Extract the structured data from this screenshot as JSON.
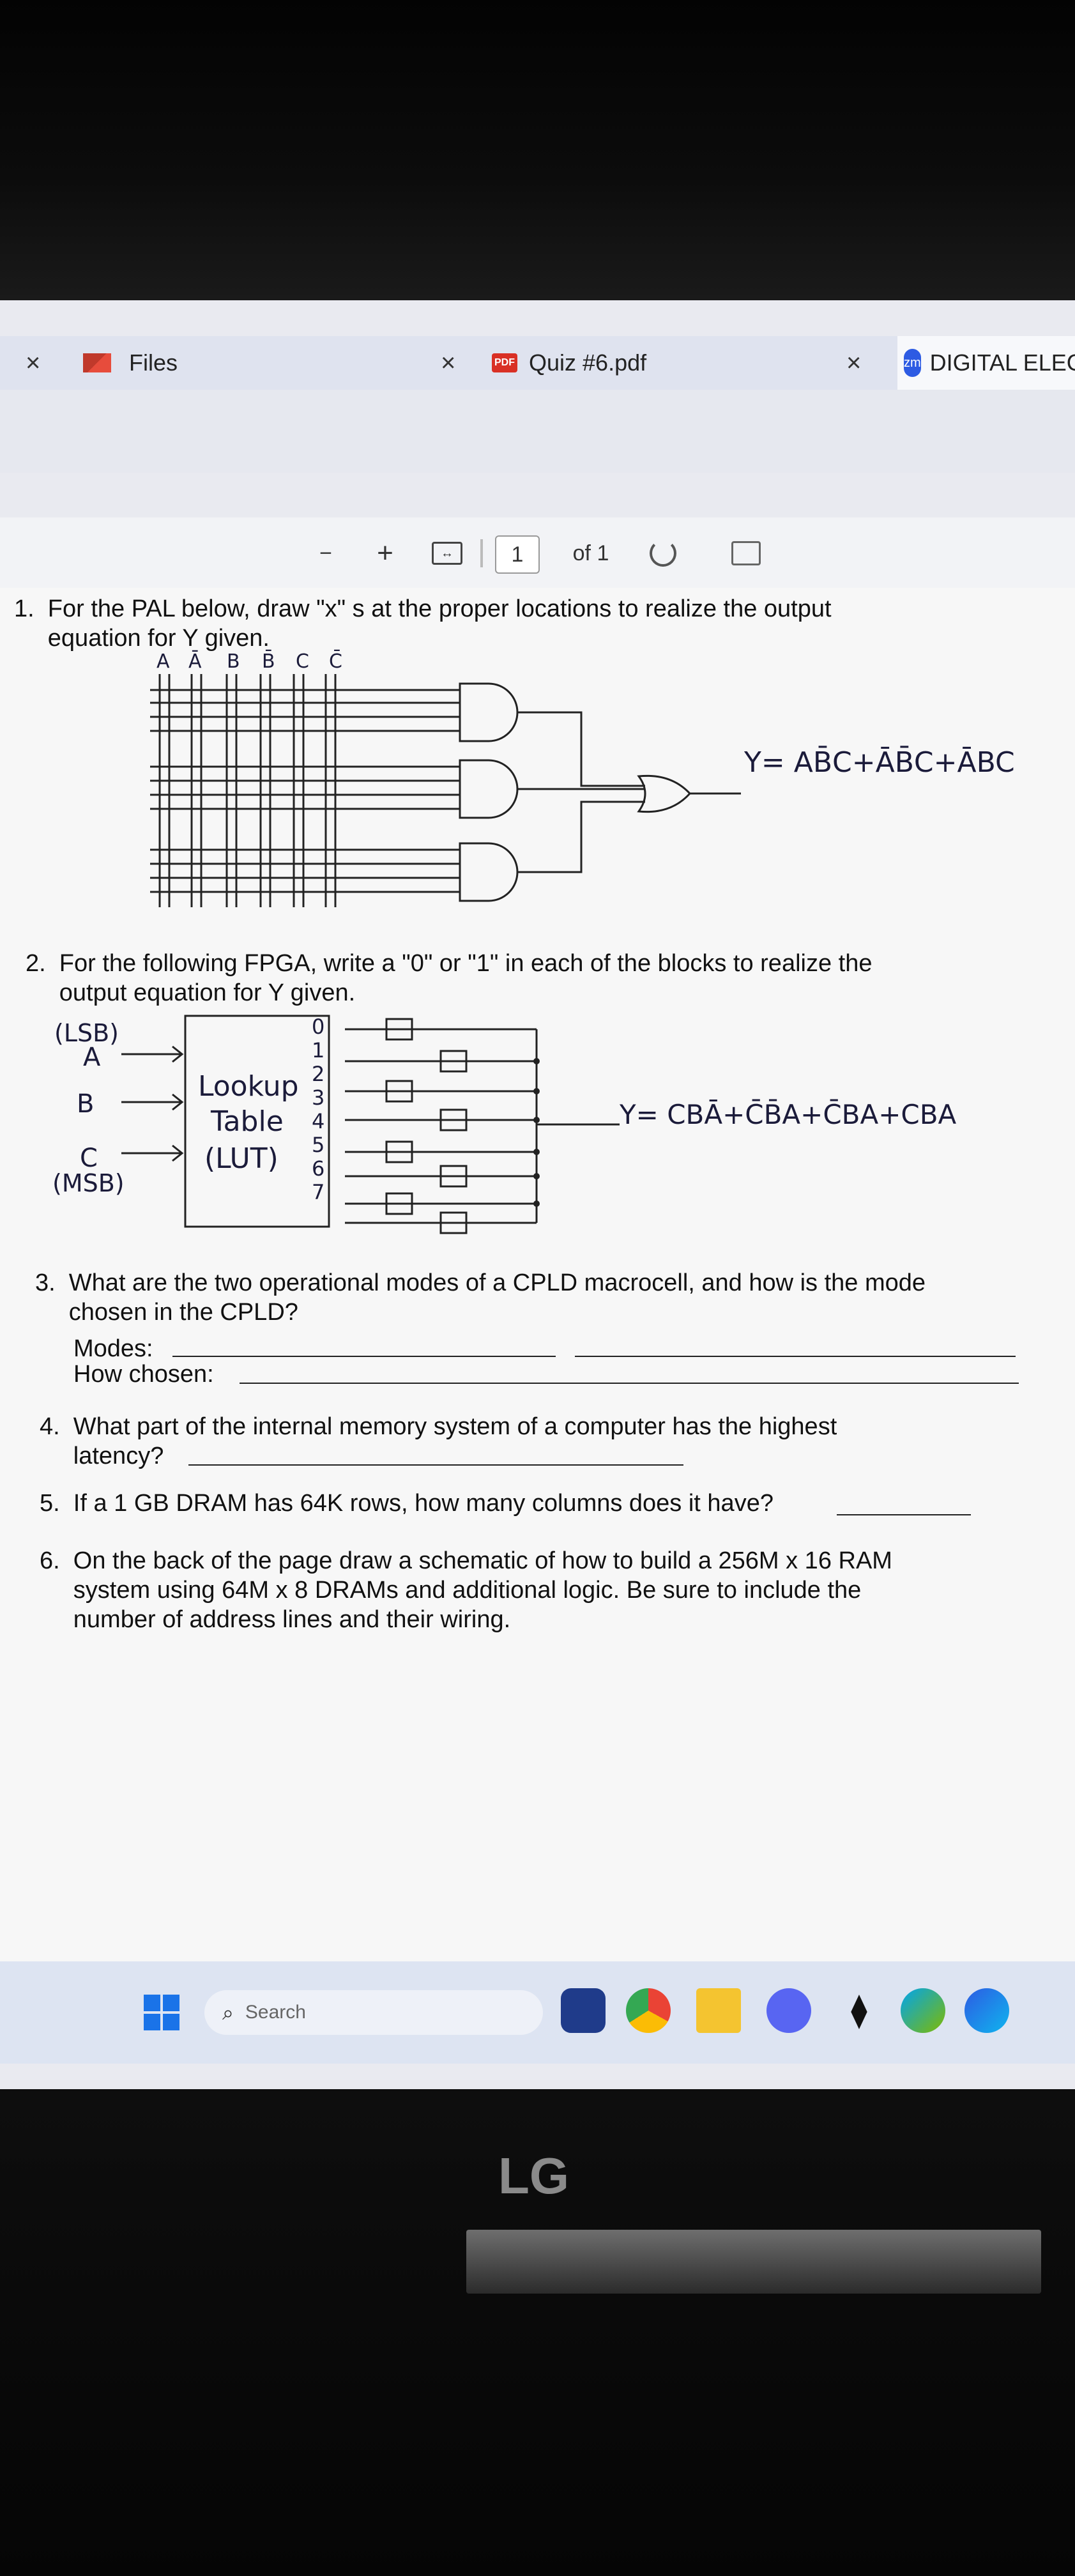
{
  "tabs": [
    {
      "label": "Files",
      "close": "×"
    },
    {
      "label": "Quiz #6.pdf",
      "close": "×",
      "badge": "PDF"
    },
    {
      "label": "DIGITAL ELECT",
      "badge": "zm"
    }
  ],
  "viewer": {
    "zoom_out": "−",
    "zoom_in": "+",
    "page_number": "1",
    "page_count": "of 1"
  },
  "q1": {
    "text": "1.  For the PAL below, draw \"x\" s at the proper locations to realize the output\n     equation for Y given.",
    "inputs": [
      "A",
      "Ā",
      "B",
      "B̄",
      "C",
      "C̄"
    ],
    "equation": "Y= AB̄C+ĀB̄C+ĀBC"
  },
  "q2": {
    "text": "2.  For the following FPGA, write a \"0\" or \"1\" in each of the blocks to realize the\n     output equation for Y given.",
    "lsb": "(LSB)",
    "msb": "(MSB)",
    "inputs": [
      "A",
      "B",
      "C"
    ],
    "lut_line1": "Lookup",
    "lut_line2": "Table",
    "lut_line3": "(LUT)",
    "indices": [
      "0",
      "1",
      "2",
      "3",
      "4",
      "5",
      "6",
      "7"
    ],
    "equation": "Y= CBĀ+C̄B̄A+C̄BA+CBA"
  },
  "q3": {
    "text": "3.  What are the two operational modes of a CPLD macrocell, and how is the mode\n     chosen in the CPLD?",
    "modes_label": "Modes:",
    "how_label": "How chosen:"
  },
  "q4": {
    "text": "4.  What part of the internal memory system of a computer has the highest\n     latency?"
  },
  "q5": {
    "text": "5.  If a 1 GB DRAM has 64K rows, how many columns does it have?"
  },
  "q6": {
    "text": "6.  On the back of the page draw a schematic of how to build a 256M x 16 RAM\n     system using 64M x 8 DRAMs and additional logic. Be sure to include the\n     number of address lines and their wiring."
  },
  "taskbar": {
    "search_placeholder": "Search"
  },
  "monitor": {
    "brand": "LG"
  }
}
